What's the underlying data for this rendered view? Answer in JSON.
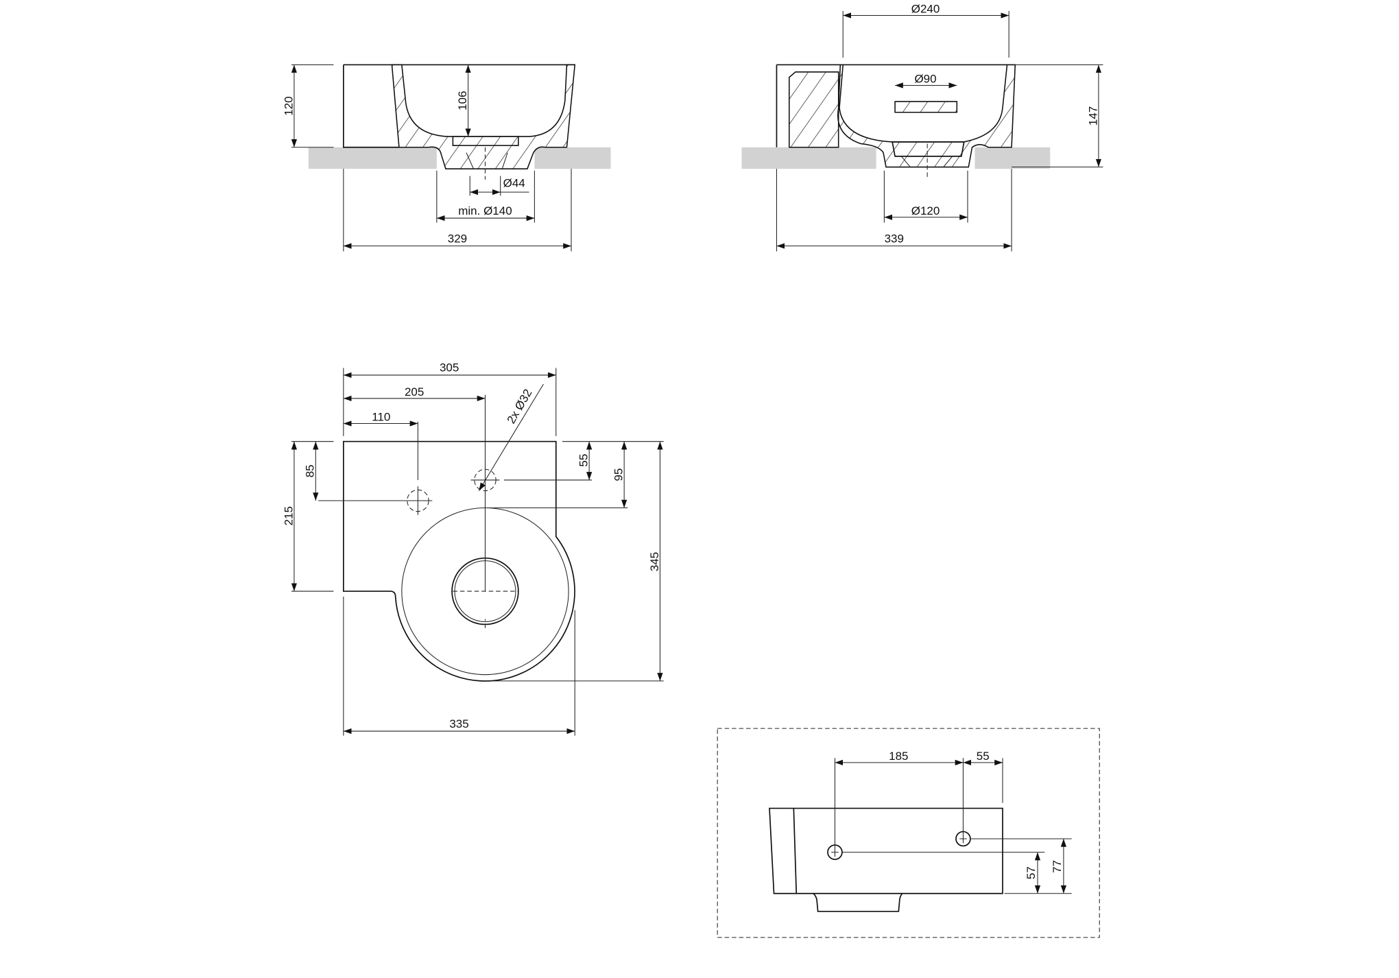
{
  "colors": {
    "line": "#111111",
    "counter": "#d2d2d2",
    "background": "#ffffff"
  },
  "front_section": {
    "height_total": "120",
    "basin_depth": "106",
    "drain_diameter": "Ø44",
    "cutout_diameter": "min. Ø140",
    "width": "329"
  },
  "side_section": {
    "basin_diameter": "Ø240",
    "overflow_diameter": "Ø90",
    "height_total": "147",
    "base_diameter": "Ø120",
    "width": "339"
  },
  "plan_view": {
    "width_top": "305",
    "tap_hole_2_offset": "205",
    "tap_hole_1_offset": "110",
    "tap_holes_label": "2x Ø32",
    "tap_hole_1_depth": "85",
    "left_depth": "215",
    "tap_hole_2_depth": "55",
    "bowl_start": "95",
    "total_depth": "345",
    "total_width": "335"
  },
  "rear_view": {
    "hole_spacing": "185",
    "hole_edge_offset": "55",
    "hole_1_height": "57",
    "hole_2_height": "77"
  }
}
